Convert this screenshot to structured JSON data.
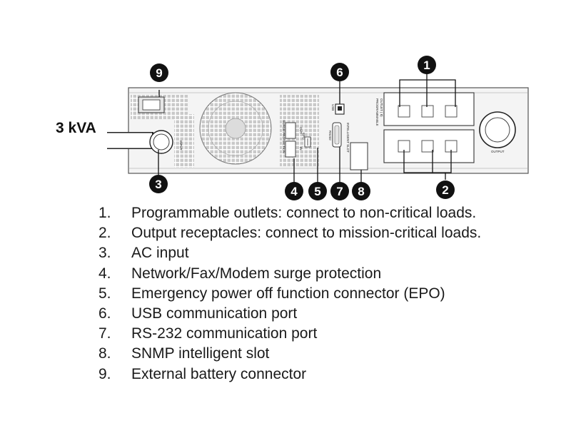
{
  "model_label": "3 kVA",
  "panel_labels": {
    "input": "INPUT",
    "output": "OUTPUT",
    "surge_protection": "SURGE PROTECTION",
    "out": "OUT",
    "in": "IN",
    "epo": "EPO",
    "usb": "USB",
    "rs232": "RS232",
    "intelligent_slot": "INTELLIGENT SLOT",
    "programmable": "PROGRAMMABLE",
    "programmable_sub": "OUTLET ( 8)"
  },
  "callouts": [
    "1",
    "2",
    "3",
    "4",
    "5",
    "6",
    "7",
    "8",
    "9"
  ],
  "legend": [
    {
      "num": "1.",
      "text": "Programmable outlets: connect to non-critical loads."
    },
    {
      "num": "2.",
      "text": "Output receptacles: connect to mission-critical loads."
    },
    {
      "num": "3.",
      "text": "AC input"
    },
    {
      "num": "4.",
      "text": "Network/Fax/Modem surge protection"
    },
    {
      "num": "5.",
      "text": "Emergency power off function connector (EPO)"
    },
    {
      "num": "6.",
      "text": "USB communication port"
    },
    {
      "num": "7.",
      "text": "RS-232 communication port"
    },
    {
      "num": "8.",
      "text": "SNMP intelligent slot"
    },
    {
      "num": "9.",
      "text": "External battery connector"
    }
  ]
}
